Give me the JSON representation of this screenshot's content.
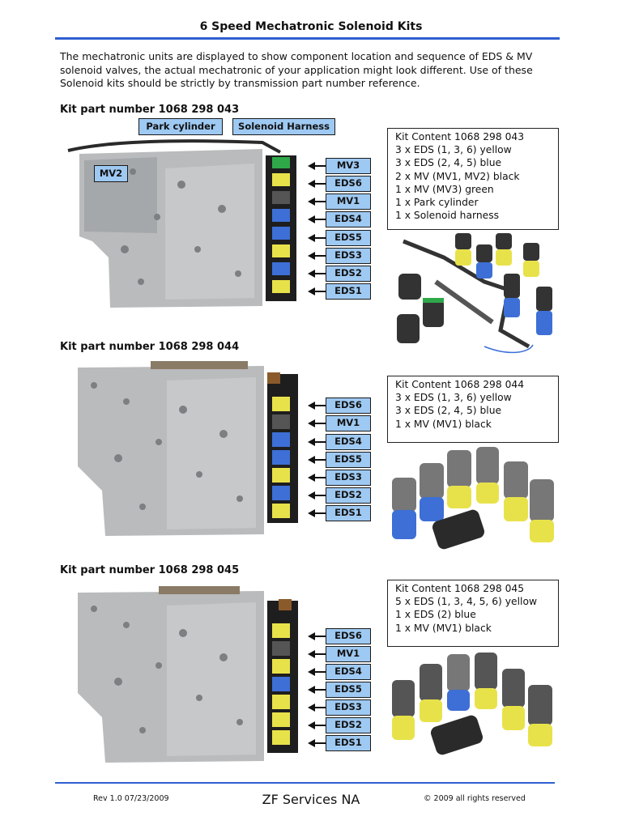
{
  "header": {
    "title": "6 Speed Mechatronic Solenoid Kits"
  },
  "intro": "The mechatronic units are displayed to show component location and sequence of EDS & MV solenoid valves, the actual mechatronic of your application might look different. Use of these Solenoid kits should be strictly by transmission part number reference.",
  "kits": [
    {
      "heading": "Kit part number 1068 298 043",
      "callouts": {
        "park": "Park cylinder",
        "harness": "Solenoid Harness",
        "mv2": "MV2"
      },
      "labels": [
        "MV3",
        "EDS6",
        "MV1",
        "EDS4",
        "EDS5",
        "EDS3",
        "EDS2",
        "EDS1"
      ],
      "content": [
        "Kit Content 1068 298 043",
        "3 x EDS (1, 3, 6) yellow",
        "3 x EDS (2, 4, 5) blue",
        "2 x MV (MV1, MV2) black",
        "1 x MV (MV3) green",
        "1 x Park cylinder",
        "1 x Solenoid harness"
      ]
    },
    {
      "heading": "Kit part number 1068 298 044",
      "labels": [
        "EDS6",
        "MV1",
        "EDS4",
        "EDS5",
        "EDS3",
        "EDS2",
        "EDS1"
      ],
      "content": [
        "Kit Content 1068 298 044",
        "3 x EDS (1, 3, 6) yellow",
        "3 x EDS (2, 4, 5) blue",
        "1 x MV (MV1) black"
      ]
    },
    {
      "heading": "Kit part number 1068 298 045",
      "labels": [
        "EDS6",
        "MV1",
        "EDS4",
        "EDS5",
        "EDS3",
        "EDS2",
        "EDS1"
      ],
      "content": [
        "Kit Content 1068 298 045",
        "5 x EDS (1, 3, 4, 5, 6) yellow",
        "1 x EDS (2) blue",
        "1 x MV (MV1) black"
      ]
    }
  ],
  "footer": {
    "rev": "Rev 1.0  07/23/2009",
    "company": "ZF Services NA",
    "copyright": "© 2009 all rights reserved"
  },
  "colors": {
    "rule": "#2f5fd0",
    "label_fill": "#9ec9f2",
    "yellow": "#e8e24a",
    "blue": "#3d6fd6",
    "green": "#2fa84a"
  }
}
